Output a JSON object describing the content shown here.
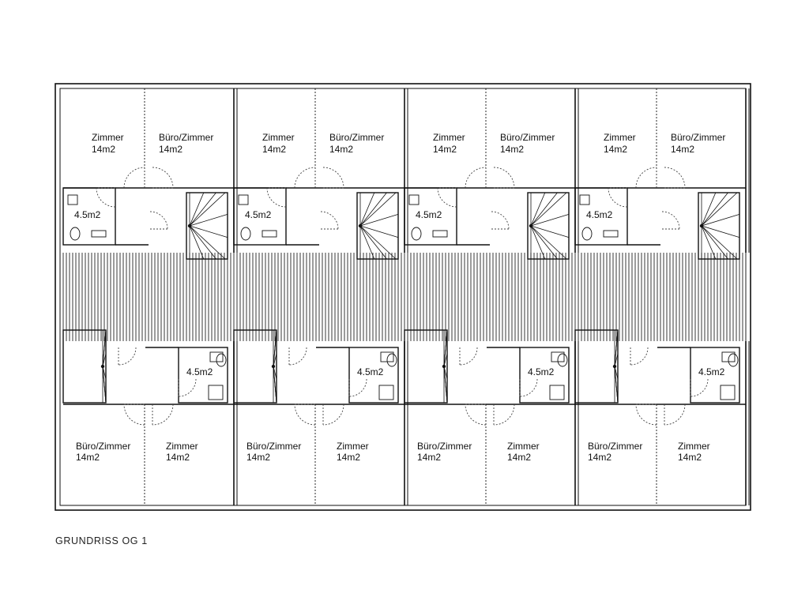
{
  "caption": "GRUNDRISS OG 1",
  "labels": {
    "zimmer": "Zimmer",
    "buero": "Büro/Zimmer",
    "area_room": "14m2",
    "area_bath": "4.5m2"
  },
  "units_per_row": 4,
  "colors": {
    "line": "#111111",
    "gallery_line": "#222222",
    "door_swing": "#444444"
  }
}
